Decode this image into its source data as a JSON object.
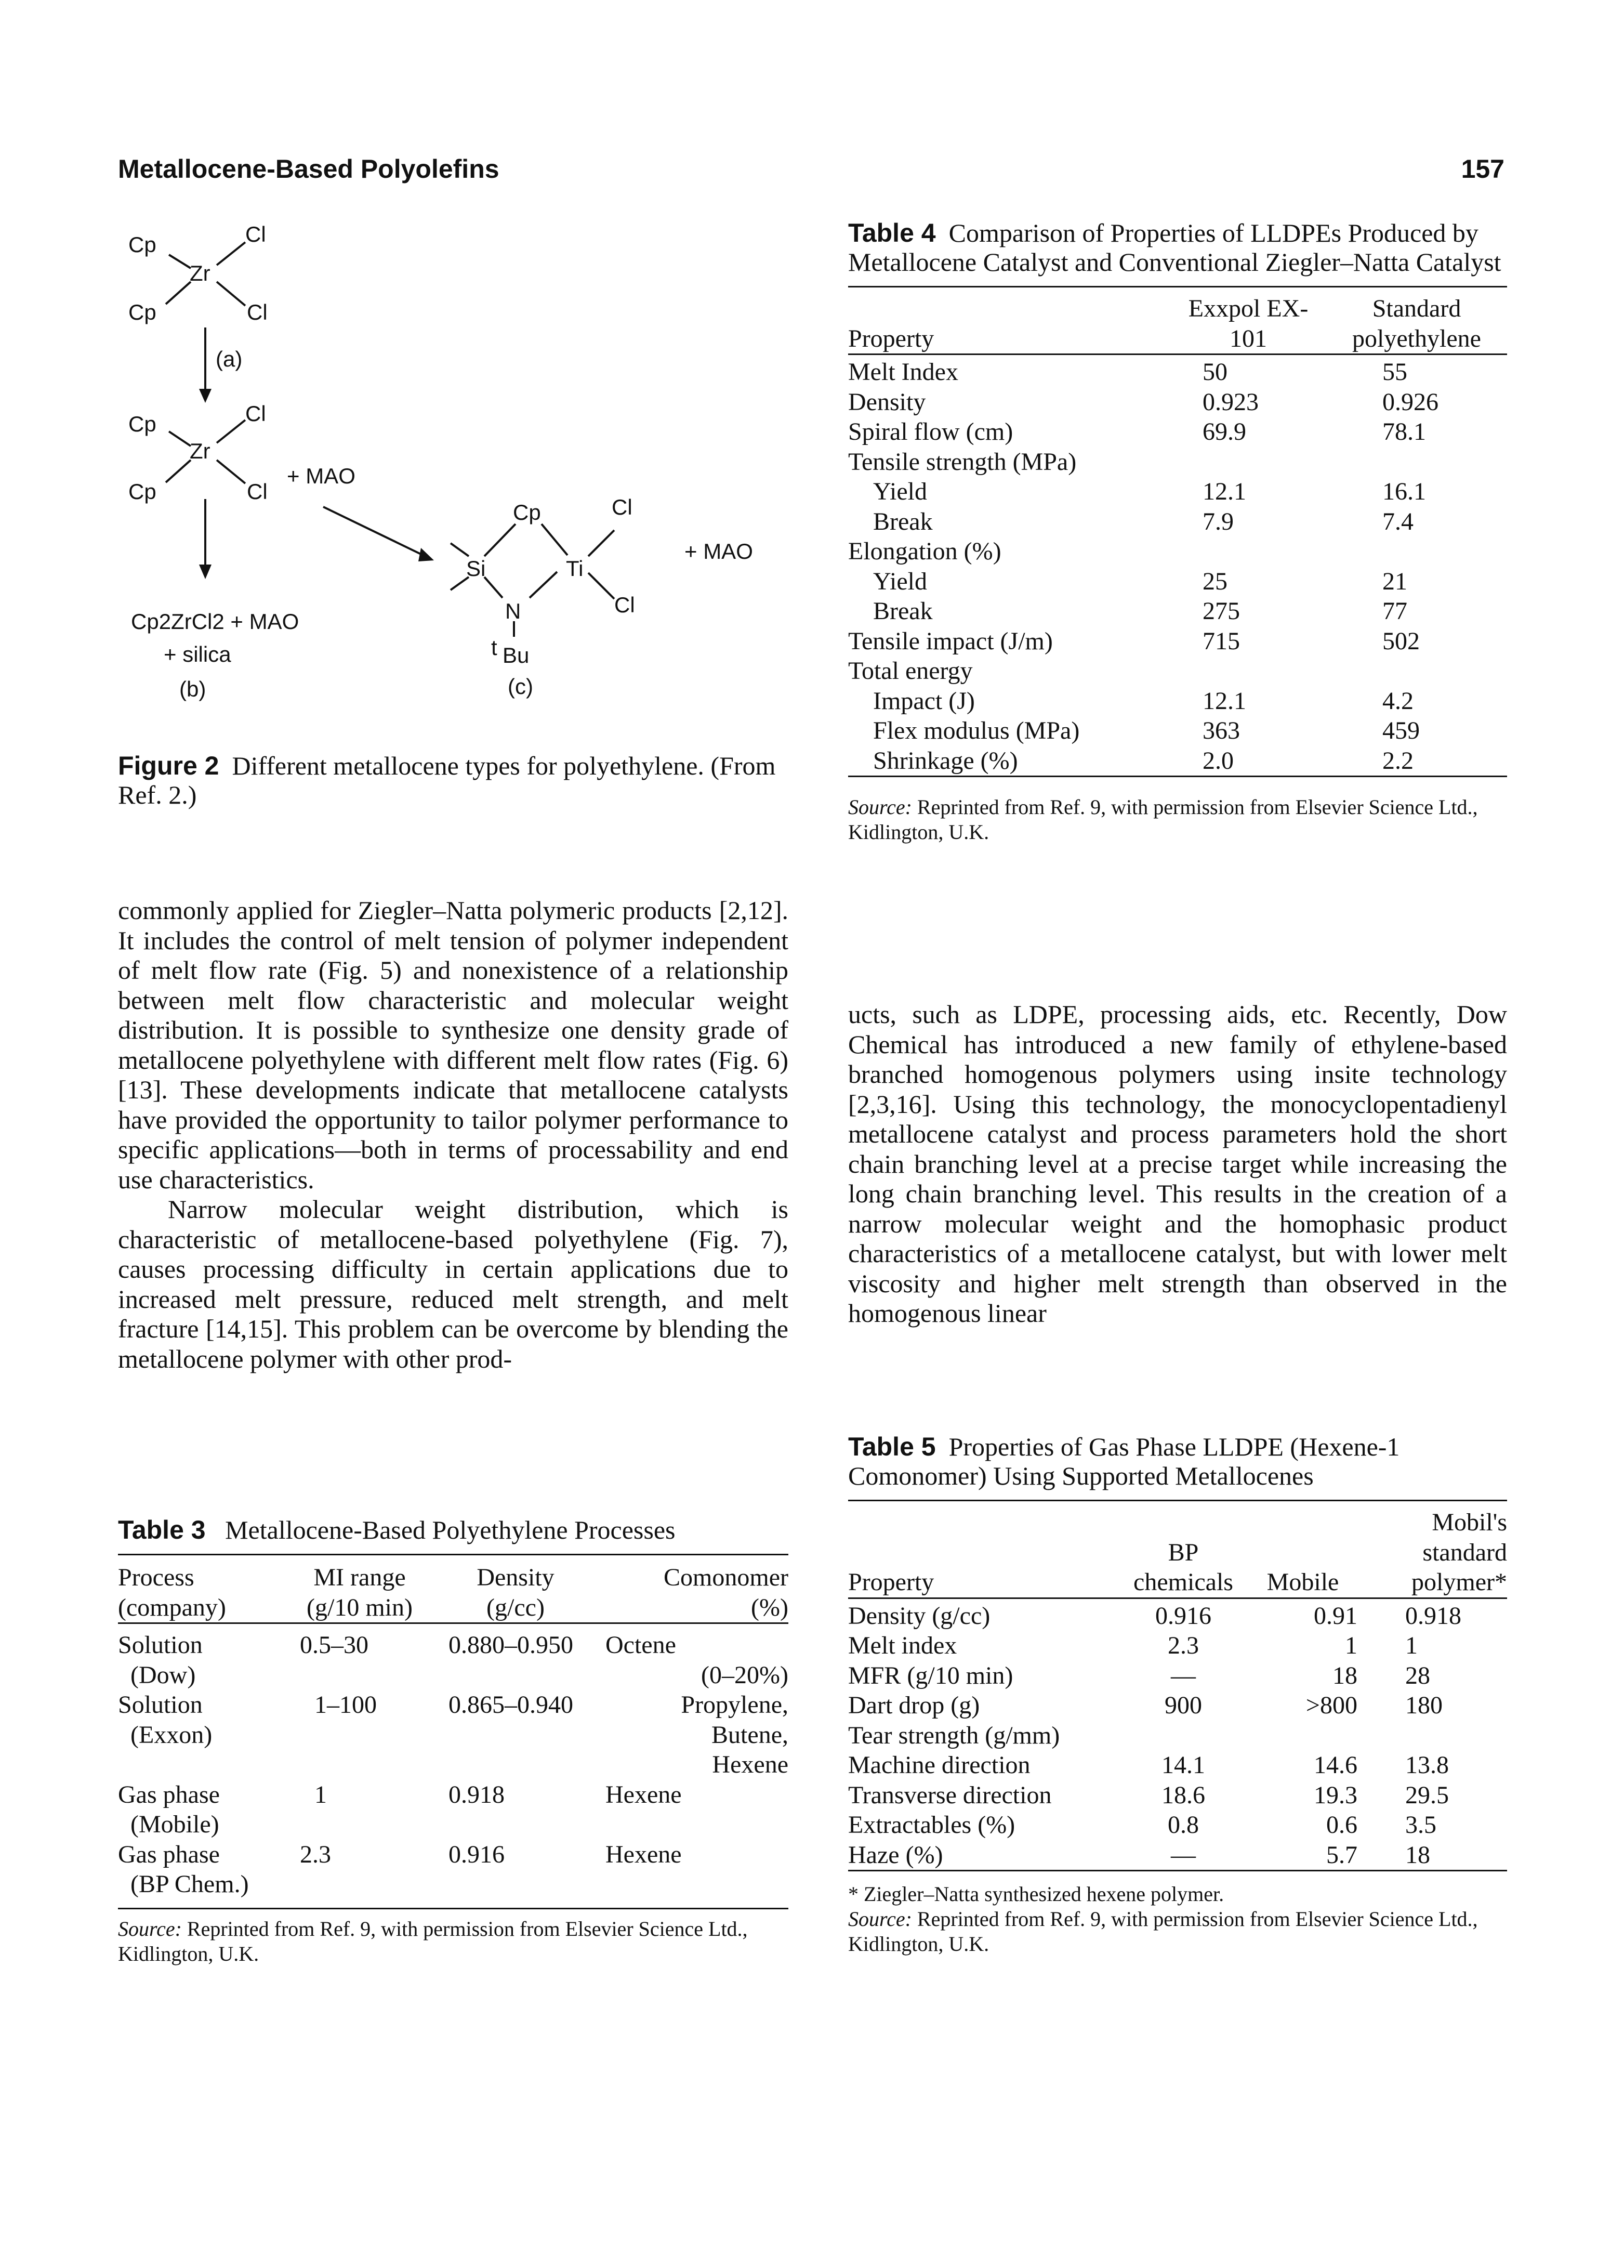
{
  "header": {
    "running_title": "Metallocene-Based Polyolefins",
    "page_number": "157"
  },
  "figure2": {
    "labels": {
      "cp": "Cp",
      "cl": "Cl",
      "zr": "Zr",
      "ti": "Ti",
      "si": "Si",
      "n": "N",
      "t": "t",
      "bu": "Bu",
      "plus_mao": "+ MAO",
      "cp2zrcl2": "Cp2ZrCl2 + MAO",
      "silica": "+ silica",
      "a": "(a)",
      "b": "(b)",
      "c": "(c)"
    },
    "caption_label": "Figure 2",
    "caption_text": "Different metallocene types for polyethylene. (From Ref. 2.)"
  },
  "left_text": {
    "p1": "commonly applied for Ziegler–Natta polymeric products [2,12]. It includes the control of melt tension of polymer independent of melt flow rate (Fig. 5) and nonexistence of a relationship between melt flow characteristic and molecular weight distribution. It is possible to synthesize one density grade of metallocene polyethylene with different melt flow rates (Fig. 6) [13]. These developments indicate that metallocene catalysts have provided the opportunity to tailor polymer performance to specific applications—both in terms of processability and end use characteristics.",
    "p2": "Narrow molecular weight distribution, which is characteristic of metallocene-based polyethylene (Fig. 7), causes processing difficulty in certain applications due to increased melt pressure, reduced melt strength, and melt fracture [14,15]. This problem can be overcome by blending the metallocene polymer with other prod-"
  },
  "right_text": {
    "p1": "ucts, such as LDPE, processing aids, etc. Recently, Dow Chemical has introduced a new family of ethylene-based branched homogenous polymers using insite technology [2,3,16]. Using this technology, the monocyclopentadienyl metallocene catalyst and process parameters hold the short chain branching level at a precise target while increasing the long chain branching level. This results in the creation of a narrow molecular weight and the homophasic product characteristics of a metallocene catalyst, but with lower melt viscosity and higher melt strength than observed in the homogenous linear"
  },
  "table3": {
    "label": "Table 3",
    "title": "Metallocene-Based Polyethylene Processes",
    "headers": [
      [
        "Process",
        "(company)"
      ],
      [
        "MI range",
        "(g/10 min)"
      ],
      [
        "Density",
        "(g/cc)"
      ],
      [
        "Comonomer",
        "(%)"
      ]
    ],
    "rows": [
      [
        [
          "Solution",
          "(Dow)"
        ],
        [
          "0.5–30"
        ],
        [
          "0.880–0.950"
        ],
        [
          "Octene",
          "(0–20%)"
        ]
      ],
      [
        [
          "Solution",
          "(Exxon)"
        ],
        [
          "1–100"
        ],
        [
          "0.865–0.940"
        ],
        [
          "Propylene,",
          "Butene,",
          "Hexene"
        ]
      ],
      [
        [
          "Gas phase",
          "(Mobile)"
        ],
        [
          "1"
        ],
        [
          "0.918"
        ],
        [
          "Hexene"
        ]
      ],
      [
        [
          "Gas phase",
          "(BP Chem.)"
        ],
        [
          "2.3"
        ],
        [
          "0.916"
        ],
        [
          "Hexene"
        ]
      ]
    ],
    "source_label": "Source:",
    "source_text": "Reprinted from Ref. 9, with permission from Elsevier Science Ltd., Kidlington, U.K."
  },
  "table4": {
    "label": "Table 4",
    "title": "Comparison of Properties of LLDPEs Produced by Metallocene Catalyst and Conventional Ziegler–Natta Catalyst",
    "headers": [
      "Property",
      "Exxpol EX-101",
      "Standard polyethylene"
    ],
    "rows": [
      [
        "Melt Index",
        "50",
        "55"
      ],
      [
        "Density",
        "0.923",
        "0.926"
      ],
      [
        "Spiral flow (cm)",
        "69.9",
        "78.1"
      ],
      [
        "Tensile strength (MPa)",
        "",
        ""
      ],
      [
        "Yield",
        "12.1",
        "16.1"
      ],
      [
        "Break",
        "7.9",
        "7.4"
      ],
      [
        "Elongation (%)",
        "",
        ""
      ],
      [
        "Yield",
        "25",
        "21"
      ],
      [
        "Break",
        "275",
        "77"
      ],
      [
        "Tensile impact (J/m)",
        "715",
        "502"
      ],
      [
        "Total energy",
        "",
        ""
      ],
      [
        "Impact (J)",
        "12.1",
        "4.2"
      ],
      [
        "Flex modulus (MPa)",
        "363",
        "459"
      ],
      [
        "Shrinkage (%)",
        "2.0",
        "2.2"
      ]
    ],
    "source_label": "Source:",
    "source_text": "Reprinted from Ref. 9, with permission from Elsevier Science Ltd., Kidlington, U.K."
  },
  "table5": {
    "label": "Table 5",
    "title": "Properties of Gas Phase LLDPE (Hexene-1 Comonomer) Using Supported Metallocenes",
    "headers": [
      "Property",
      "BP chemicals",
      "Mobile",
      "Mobil's standard polymer*"
    ],
    "rows": [
      [
        "Density (g/cc)",
        "0.916",
        "0.91",
        "0.918"
      ],
      [
        "Melt index",
        "2.3",
        "1",
        "1"
      ],
      [
        "MFR (g/10 min)",
        "—",
        "18",
        "28"
      ],
      [
        "Dart drop (g)",
        "900",
        ">800",
        "180"
      ],
      [
        "Tear strength (g/mm)",
        "",
        "",
        ""
      ],
      [
        "Machine direction",
        "14.1",
        "14.6",
        "13.8"
      ],
      [
        "Transverse direction",
        "18.6",
        "19.3",
        "29.5"
      ],
      [
        "Extractables (%)",
        "0.8",
        "0.6",
        "3.5"
      ],
      [
        "Haze (%)",
        "—",
        "5.7",
        "18"
      ]
    ],
    "footnote": "* Ziegler–Natta synthesized hexene polymer.",
    "source_label": "Source:",
    "source_text": "Reprinted from Ref. 9, with permission from Elsevier Science Ltd., Kidlington, U.K."
  }
}
